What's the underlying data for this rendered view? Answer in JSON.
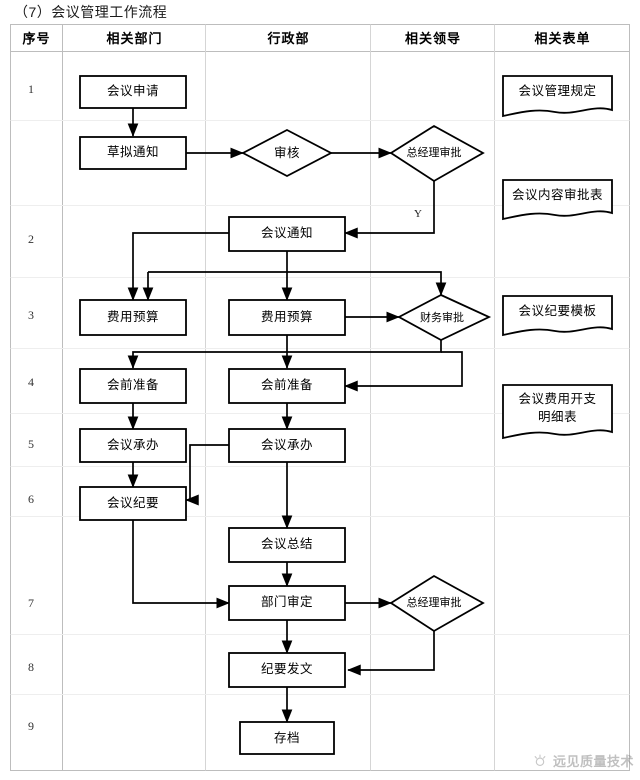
{
  "title": "（7）会议管理工作流程",
  "table": {
    "columns": [
      {
        "key": "seq",
        "label": "序号"
      },
      {
        "key": "dept",
        "label": "相关部门"
      },
      {
        "key": "admin",
        "label": "行政部"
      },
      {
        "key": "leader",
        "label": "相关领导"
      },
      {
        "key": "forms",
        "label": "相关表单"
      }
    ],
    "row_numbers": [
      "1",
      "2",
      "3",
      "4",
      "5",
      "6",
      "7",
      "8",
      "9"
    ]
  },
  "nodes": {
    "meeting_application": "会议申请",
    "draft_notice": "草拟通知",
    "review": "审核",
    "gm_approval_1": "总经理审批",
    "meeting_notice": "会议通知",
    "cost_budget_dept": "费用预算",
    "cost_budget_admin": "费用预算",
    "finance_approval": "财务审批",
    "pre_meeting_dept": "会前准备",
    "pre_meeting_admin": "会前准备",
    "meeting_host_dept": "会议承办",
    "meeting_host_admin": "会议承办",
    "meeting_minutes": "会议纪要",
    "meeting_summary": "会议总结",
    "dept_approval": "部门审定",
    "gm_approval_2": "总经理审批",
    "minutes_issue": "纪要发文",
    "archive": "存档"
  },
  "edge_labels": {
    "yes_branch": "Y"
  },
  "documents": [
    {
      "id": "doc-meeting-rules",
      "label": "会议管理规定",
      "lines": [
        "会议管理规定"
      ]
    },
    {
      "id": "doc-content-approval",
      "label": "会议内容审批表",
      "lines": [
        "会议内容审批表"
      ]
    },
    {
      "id": "doc-minutes-template",
      "label": "会议纪要模板",
      "lines": [
        "会议纪要模板"
      ]
    },
    {
      "id": "doc-expense-detail",
      "label": "会议费用开支明细表",
      "lines": [
        "会议费用开支",
        "明细表"
      ]
    }
  ],
  "watermark": {
    "text": "远见质量技术",
    "icon": "sparkle-icon"
  },
  "colors": {
    "stroke": "#000000",
    "grid": "#c8c8c8",
    "fill": "#ffffff",
    "watermark": "#8d8d8d"
  }
}
